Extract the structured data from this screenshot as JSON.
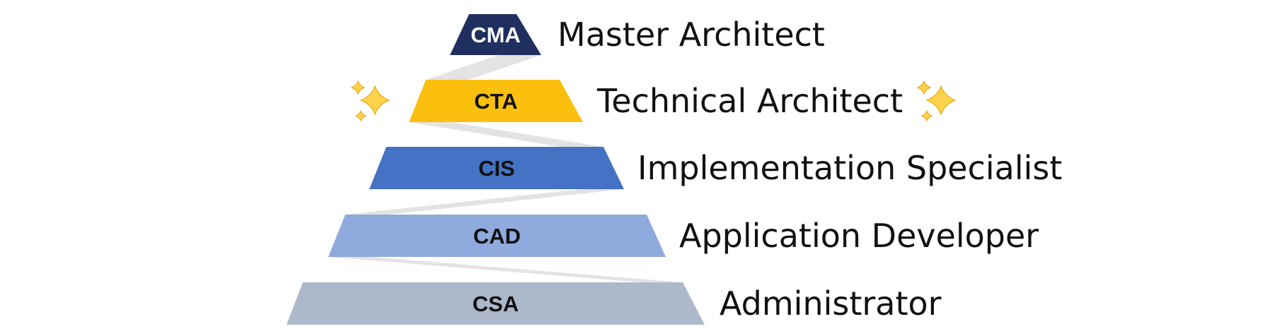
{
  "tiers": [
    {
      "abbr": "CMA",
      "label": "Master Architect",
      "fill": "#1f3060",
      "text_color": "#ffffff",
      "sparkles": false
    },
    {
      "abbr": "CTA",
      "label": "Technical Architect",
      "fill": "#fbbf0d",
      "text_color": "#111111",
      "sparkles": true
    },
    {
      "abbr": "CIS",
      "label": "Implementation Specialist",
      "fill": "#4472c4",
      "text_color": "#111111",
      "sparkles": false
    },
    {
      "abbr": "CAD",
      "label": "Application Developer",
      "fill": "#8faadc",
      "text_color": "#111111",
      "sparkles": false
    },
    {
      "abbr": "CSA",
      "label": "Administrator",
      "fill": "#adb9ca",
      "text_color": "#111111",
      "sparkles": false
    }
  ],
  "connector_color": "#e3e3e3",
  "sparkle_color": "#fcd24a",
  "sparkle_icon": "sparkles-icon"
}
